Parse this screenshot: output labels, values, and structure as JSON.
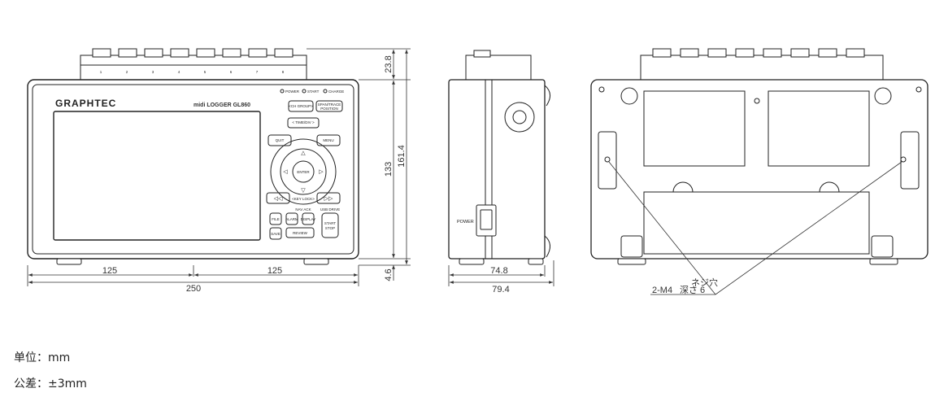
{
  "front_view": {
    "brand": "GRAPHTEC",
    "model": "midi LOGGER GL860",
    "channel_numbers": [
      "1",
      "2",
      "3",
      "4",
      "5",
      "6",
      "7",
      "8"
    ],
    "indicators": [
      "POWER",
      "START",
      "CHARGE"
    ],
    "buttons": {
      "ch_group": "<CH GROUP>",
      "span_trace_position": [
        "SPAN/TRACE",
        "POSITION"
      ],
      "time_div": "< TIME/DIV >",
      "quit": "QUIT",
      "menu": "MENU",
      "enter": "ENTER",
      "key_lock": "<KEY LOCK>",
      "file": "FILE",
      "save": "SAVE",
      "alarm": "ALARM",
      "display": "DISPLAY",
      "review": "REVIEW",
      "start_stop": [
        "START",
        "STOP"
      ],
      "aux_label": "NAV ACK",
      "usb_label": "USB DRIVE"
    }
  },
  "side_view": {
    "power_label": "POWER"
  },
  "dimensions": {
    "top_height": "23.8",
    "body_height": "133",
    "total_height": "161.4",
    "foot_height": "4.6",
    "half_width_left": "125",
    "half_width_right": "125",
    "total_width": "250",
    "side_depth": "74.8",
    "side_total_depth": "79.4"
  },
  "callout": {
    "line1": "ネジ穴",
    "line2_prefix": "2-M4",
    "line2_suffix": "深さ 6"
  },
  "notes": {
    "unit": "单位：mm",
    "tolerance": "公差：±3mm"
  }
}
